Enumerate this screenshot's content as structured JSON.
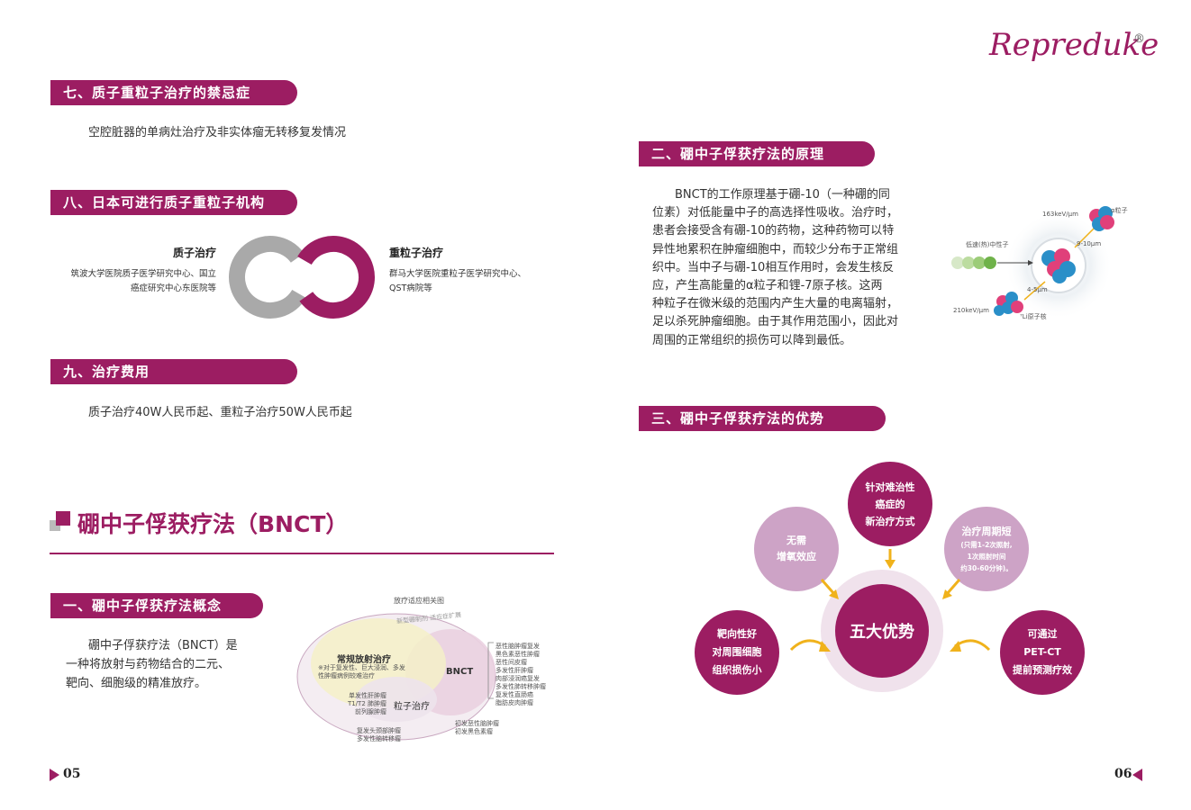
{
  "brand": {
    "name": "Repreduke",
    "mark": "®"
  },
  "left": {
    "sec7": {
      "title": "七、质子重粒子治疗的禁忌症",
      "body": "空腔脏器的单病灶治疗及非实体瘤无转移复发情况"
    },
    "sec8": {
      "title": "八、日本可进行质子重粒子机构",
      "proton": {
        "title": "质子治疗",
        "line1": "筑波大学医院质子医学研究中心、国立",
        "line2": "癌症研究中心东医院等"
      },
      "heavy": {
        "title": "重粒子治疗",
        "line1": "群马大学医院重粒子医学研究中心、",
        "line2": "QST病院等"
      }
    },
    "sec9": {
      "title": "九、治疗费用",
      "body": "质子治疗40W人民币起、重粒子治疗50W人民币起"
    },
    "chapter": {
      "title": "硼中子俘获疗法（BNCT）"
    },
    "concept": {
      "title": "一、硼中子俘获疗法概念",
      "lines": [
        "硼中子俘获疗法（BNCT）是",
        "一种将放射与药物结合的二元、",
        "靶向、细胞级的精准放疗。"
      ]
    },
    "venn": {
      "title": "放疗适应相关图",
      "outer_label": "新型硼制剂 适应症扩展",
      "conventional": "常规放射治疗",
      "conventional_note1": "※对于复发性、巨大浸润、多发",
      "conventional_note2": "性肿瘤病例较难治疗",
      "bnct": "BNCT",
      "particle": "粒子治疗",
      "particle_list": [
        "单发性肝肿瘤",
        "T1/T2 肺肿瘤",
        "前列腺肿瘤"
      ],
      "bottom_list": [
        "复发头颈部肿瘤",
        "多发性脑转移瘤"
      ],
      "bottom_right_list": [
        "初发恶性脑肿瘤",
        "初发黑色素瘤"
      ],
      "bnct_list": [
        "恶性脑肿瘤复发",
        "黑色素恶性肿瘤",
        "恶性间皮瘤",
        "多发性肝肿瘤",
        "肉部浸润癌复发",
        "多发性肺转移肿瘤",
        "复发性直肠癌",
        "脂肪皮肉肿瘤"
      ]
    },
    "page": "05"
  },
  "right": {
    "principle": {
      "title": "二、硼中子俘获疗法的原理",
      "lines": [
        "BNCT的工作原理基于硼-10（一种硼的同",
        "位素）对低能量中子的高选择性吸收。治疗时，",
        "患者会接受含有硼-10的药物，这种药物可以特",
        "异性地累积在肿瘤细胞中，而较少分布于正常组",
        "织中。当中子与硼-10相互作用时，会发生核反",
        "应，产生高能量的α粒子和锂-7原子核。这两",
        "种粒子在微米级的范围内产生大量的电离辐射，",
        "足以杀死肿瘤细胞。由于其作用范围小，因此对",
        "周围的正常组织的损伤可以降到最低。"
      ],
      "diagram": {
        "alpha_energy": "163keV/μm",
        "alpha_label": "α粒子",
        "alpha_range": "9-10μm",
        "neutron_label": "低速(热)中性子",
        "li_range": "4-5μm",
        "li_energy": "210keV/μm",
        "li_label": "⁷Li原子核"
      }
    },
    "advantages": {
      "title": "三、硼中子俘获疗法的优势",
      "center": "五大优势",
      "top": [
        "针对难治性",
        "癌症的",
        "新治疗方式"
      ],
      "left": [
        "无需",
        "增氧效应"
      ],
      "right": [
        "治疗周期短",
        "(只需1-2次照射,",
        "1次照射时间",
        "约30-60分钟)。"
      ],
      "far_left": [
        "靶向性好",
        "对周围细胞",
        "组织损伤小"
      ],
      "far_right": [
        "可通过",
        "PET-CT",
        "提前预测疗效"
      ]
    },
    "page": "06"
  },
  "colors": {
    "brand": "#9c1d62",
    "light_purple": "#cda3c6",
    "gray": "#a9a9a9",
    "arrow": "#f0b21b"
  }
}
